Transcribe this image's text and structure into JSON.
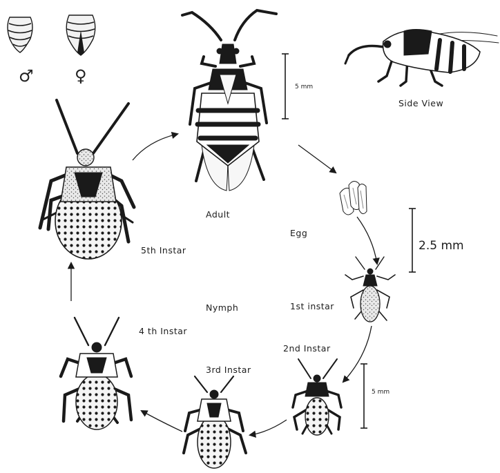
{
  "labels": {
    "adult": "Adult",
    "egg": "Egg",
    "first_instar": "1st instar",
    "second_instar": "2nd Instar",
    "third_instar": "3rd Instar",
    "fourth_instar": "4 th Instar",
    "fifth_instar": "5th Instar",
    "nymph": "Nymph",
    "side_view": "Side View"
  },
  "scales": {
    "adult": "5 mm",
    "egg": "2.5 mm",
    "nymph": "5 mm"
  },
  "sex_symbols": {
    "male": "♂",
    "female": "♀"
  },
  "colors": {
    "ink": "#1a1a1a",
    "speckle": "#555555",
    "background": "#ffffff"
  }
}
